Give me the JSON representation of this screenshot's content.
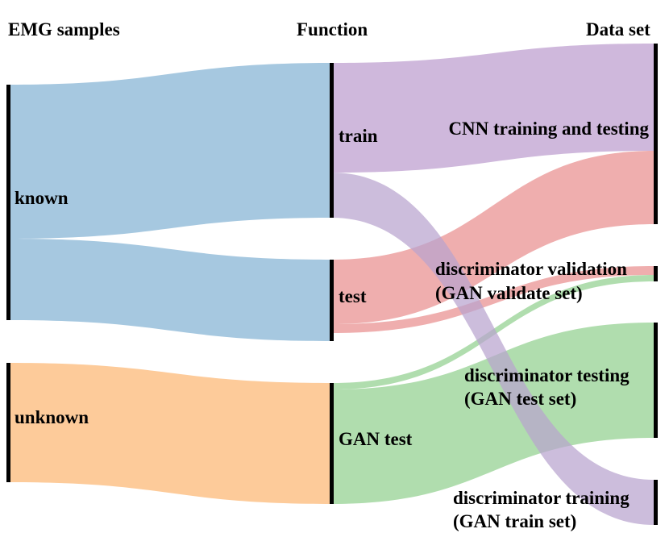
{
  "headers": {
    "left": "EMG samples",
    "middle": "Function",
    "right": "Data set"
  },
  "nodes": {
    "known": "known",
    "unknown": "unknown",
    "train": "train",
    "test": "test",
    "gan_test": "GAN test",
    "cnn": "CNN training and testing",
    "disc_val_1": "discriminator validation",
    "disc_val_2": "(GAN validate set)",
    "disc_test_1": "discriminator testing",
    "disc_test_2": "(GAN test set)",
    "disc_train_1": "discriminator training",
    "disc_train_2": "(GAN train set)"
  },
  "colors": {
    "known": "#a6c8e0",
    "unknown": "#fdcb9a",
    "train": "#cfb8dc",
    "test": "#eeaaaa",
    "gan_test": "#a7d9a5",
    "bar": "#000000"
  },
  "flows": [
    {
      "source": "known",
      "target": "train"
    },
    {
      "source": "known",
      "target": "test"
    },
    {
      "source": "unknown",
      "target": "GAN test"
    },
    {
      "source": "train",
      "target": "CNN training and testing"
    },
    {
      "source": "train",
      "target": "discriminator training"
    },
    {
      "source": "test",
      "target": "CNN training and testing"
    },
    {
      "source": "test",
      "target": "discriminator validation"
    },
    {
      "source": "GAN test",
      "target": "discriminator validation"
    },
    {
      "source": "GAN test",
      "target": "discriminator testing"
    }
  ]
}
